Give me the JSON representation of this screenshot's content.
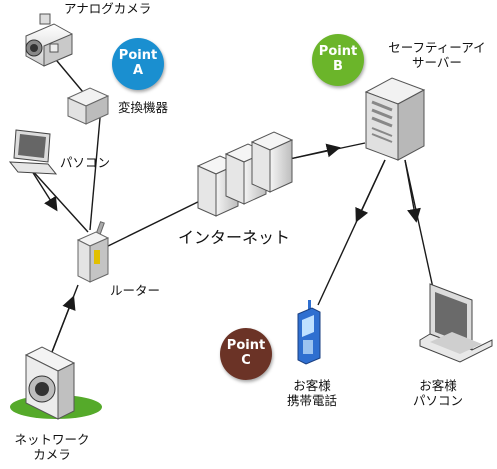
{
  "labels": {
    "analog_camera": "アナログカメラ",
    "converter": "変換機器",
    "pc": "パソコン",
    "router": "ルーター",
    "internet": "インターネット",
    "server_line1": "セーフティーアイ",
    "server_line2": "サーバー",
    "network_camera_line1": "ネットワーク",
    "network_camera_line2": "カメラ",
    "customer_phone_line1": "お客様",
    "customer_phone_line2": "携帯電話",
    "customer_pc_line1": "お客様",
    "customer_pc_line2": "パソコン"
  },
  "badges": [
    {
      "word": "Point",
      "letter": "A",
      "color": "#1a8fd0"
    },
    {
      "word": "Point",
      "letter": "B",
      "color": "#6bb52a"
    },
    {
      "word": "Point",
      "letter": "C",
      "color": "#6b3326"
    }
  ],
  "colors": {
    "line": "#1a1a1a",
    "device_body": "#e8e8e8",
    "device_shadow": "#b5b5b5",
    "grass": "#55aa2a",
    "phone": "#2f6fd0"
  },
  "icons": [
    "analog-camera-icon",
    "converter-box-icon",
    "laptop-icon",
    "router-icon",
    "firewall-icon",
    "server-icon",
    "mobile-phone-icon",
    "network-camera-icon"
  ]
}
